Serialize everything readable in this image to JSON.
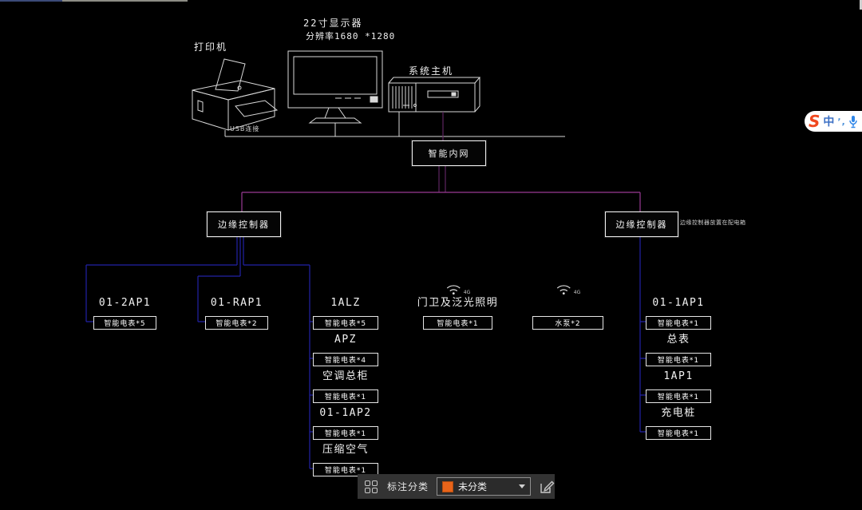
{
  "top_devices": {
    "printer_label": "打印机",
    "usb_label": "USB连接",
    "monitor_title": "22寸显示器",
    "monitor_resolution": "分辨率1680 *1280",
    "host_label": "系统主机"
  },
  "network": {
    "gateway_label": "智能内网",
    "left_controller_label": "边缘控制器",
    "right_controller_label": "边缘控制器",
    "right_controller_note": "边缘控制器放置在配电箱"
  },
  "branches": {
    "left": [
      {
        "title": "01-2AP1",
        "meter": "智能电表*5"
      },
      {
        "title": "01-RAP1",
        "meter": "智能电表*2"
      }
    ],
    "middle": [
      {
        "title": "1ALZ",
        "meter": "智能电表*5"
      },
      {
        "title": "APZ",
        "meter": "智能电表*4"
      },
      {
        "title": "空调总柜",
        "meter": "智能电表*1"
      },
      {
        "title": "01-1AP2",
        "meter": "智能电表*1"
      },
      {
        "title": "压缩空气",
        "meter": "智能电表*1"
      }
    ],
    "wireless": [
      {
        "title": "门卫及泛光照明",
        "meter": "智能电表*1",
        "icon": "wifi-icon",
        "icon_label": "4G"
      },
      {
        "title": "",
        "meter": "水泵*2",
        "icon": "wifi-icon",
        "icon_label": "4G"
      }
    ],
    "right": [
      {
        "title": "01-1AP1",
        "meter": "智能电表*1"
      },
      {
        "title": "总表",
        "meter": "智能电表*1"
      },
      {
        "title": "1AP1",
        "meter": "智能电表*1"
      },
      {
        "title": "充电桩",
        "meter": "智能电表*1"
      }
    ]
  },
  "toolbar": {
    "label": "标注分类",
    "dropdown_value": "未分类",
    "swatch_color": "#e8641a",
    "icons": [
      "grid-icon",
      "edit-icon"
    ]
  },
  "ime": {
    "mode": "中",
    "icons": [
      "sogou-logo-icon",
      "pen-icon",
      "mic-icon"
    ],
    "logo_letter": "S"
  },
  "colors": {
    "line_white": "#d9d9d9",
    "line_purple": "#9a3a94",
    "line_purple_dark": "#5e2660",
    "line_blue": "#2222a6",
    "toolbar_bg": "#333333"
  }
}
